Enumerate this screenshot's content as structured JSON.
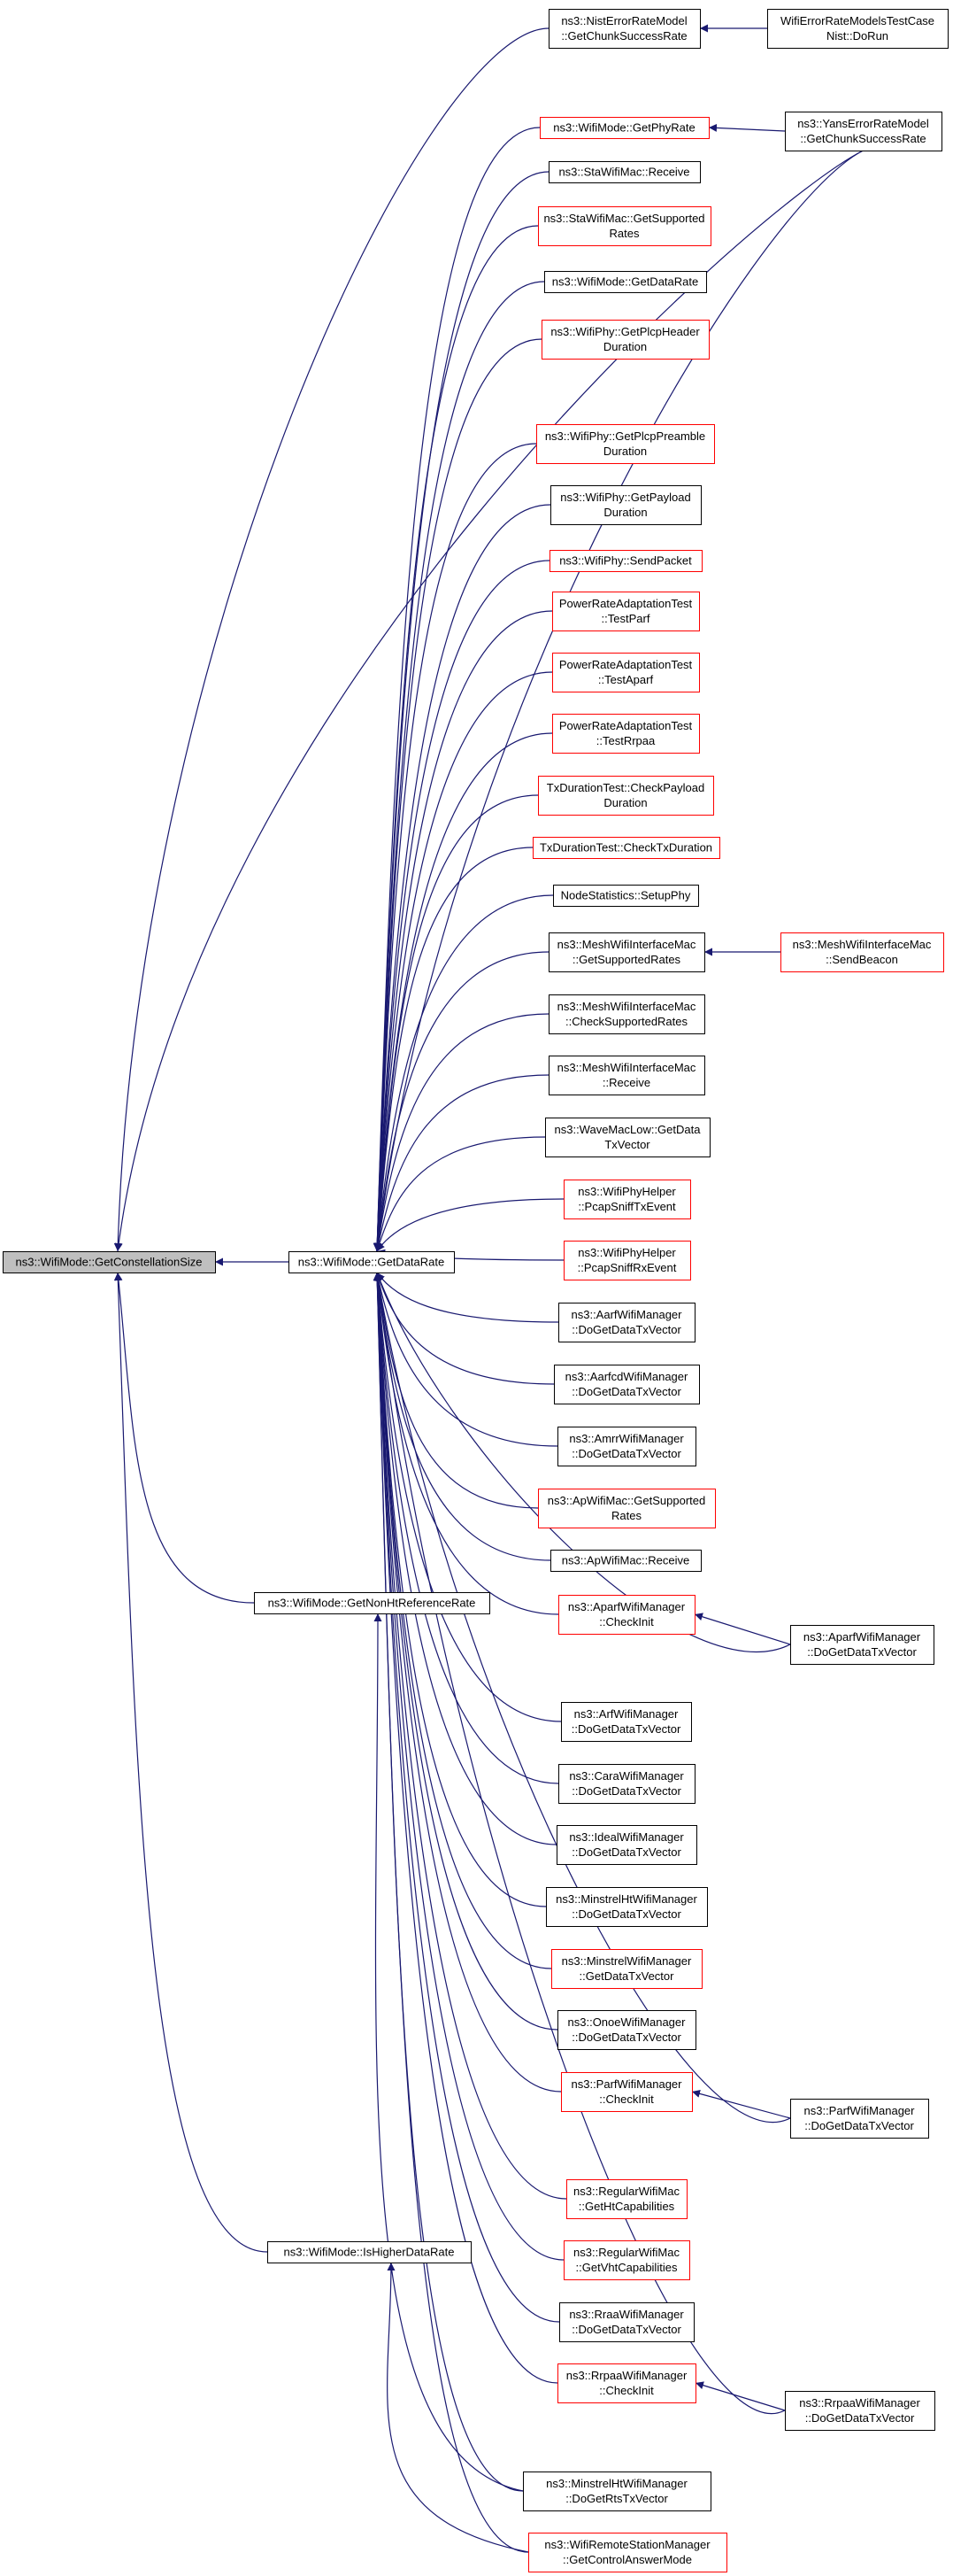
{
  "colors": {
    "edge": "#191970",
    "border_black": "#000000",
    "border_red": "#ff0000",
    "highlight_fill": "#bfbfbf",
    "node_fill": "#ffffff"
  },
  "nodes": {
    "getConstellationSize": {
      "lines": [
        "ns3::WifiMode::GetConstellationSize"
      ],
      "border": "gray",
      "highlight": true
    },
    "getDataRate": {
      "lines": [
        "ns3::WifiMode::GetDataRate"
      ],
      "border": "black"
    },
    "getNonHtReferenceRate": {
      "lines": [
        "ns3::WifiMode::GetNonHtReferenceRate"
      ],
      "border": "black"
    },
    "isHigherDataRate": {
      "lines": [
        "ns3::WifiMode::IsHigherDataRate"
      ],
      "border": "black"
    },
    "nistGetChunk": {
      "lines": [
        "ns3::NistErrorRateModel",
        "::GetChunkSuccessRate"
      ],
      "border": "black"
    },
    "wifiErrorTestCase": {
      "lines": [
        "WifiErrorRateModelsTestCase",
        "Nist::DoRun"
      ],
      "border": "black"
    },
    "getPhyRate": {
      "lines": [
        "ns3::WifiMode::GetPhyRate"
      ],
      "border": "red"
    },
    "yansGetChunk": {
      "lines": [
        "ns3::YansErrorRateModel",
        "::GetChunkSuccessRate"
      ],
      "border": "black"
    },
    "staReceive": {
      "lines": [
        "ns3::StaWifiMac::Receive"
      ],
      "border": "black"
    },
    "staGetSupported": {
      "lines": [
        "ns3::StaWifiMac::GetSupported",
        "Rates"
      ],
      "border": "red"
    },
    "wifiModeGetDataRate": {
      "lines": [
        "ns3::WifiMode::GetDataRate"
      ],
      "border": "black"
    },
    "plcpHeader": {
      "lines": [
        "ns3::WifiPhy::GetPlcpHeader",
        "Duration"
      ],
      "border": "red"
    },
    "plcpPreamble": {
      "lines": [
        "ns3::WifiPhy::GetPlcpPreamble",
        "Duration"
      ],
      "border": "red"
    },
    "payloadDuration": {
      "lines": [
        "ns3::WifiPhy::GetPayload",
        "Duration"
      ],
      "border": "black"
    },
    "sendPacket": {
      "lines": [
        "ns3::WifiPhy::SendPacket"
      ],
      "border": "red"
    },
    "testParf": {
      "lines": [
        "PowerRateAdaptationTest",
        "::TestParf"
      ],
      "border": "red"
    },
    "testAparf": {
      "lines": [
        "PowerRateAdaptationTest",
        "::TestAparf"
      ],
      "border": "red"
    },
    "testRrpaa": {
      "lines": [
        "PowerRateAdaptationTest",
        "::TestRrpaa"
      ],
      "border": "red"
    },
    "checkPayload": {
      "lines": [
        "TxDurationTest::CheckPayload",
        "Duration"
      ],
      "border": "red"
    },
    "checkTxDuration": {
      "lines": [
        "TxDurationTest::CheckTxDuration"
      ],
      "border": "red"
    },
    "setupPhy": {
      "lines": [
        "NodeStatistics::SetupPhy"
      ],
      "border": "black"
    },
    "meshGetSupported": {
      "lines": [
        "ns3::MeshWifiInterfaceMac",
        "::GetSupportedRates"
      ],
      "border": "black"
    },
    "meshSendBeacon": {
      "lines": [
        "ns3::MeshWifiInterfaceMac",
        "::SendBeacon"
      ],
      "border": "red"
    },
    "meshCheckSupported": {
      "lines": [
        "ns3::MeshWifiInterfaceMac",
        "::CheckSupportedRates"
      ],
      "border": "black"
    },
    "meshReceive": {
      "lines": [
        "ns3::MeshWifiInterfaceMac",
        "::Receive"
      ],
      "border": "black"
    },
    "waveGetData": {
      "lines": [
        "ns3::WaveMacLow::GetData",
        "TxVector"
      ],
      "border": "black"
    },
    "pcapTx": {
      "lines": [
        "ns3::WifiPhyHelper",
        "::PcapSniffTxEvent"
      ],
      "border": "red"
    },
    "pcapRx": {
      "lines": [
        "ns3::WifiPhyHelper",
        "::PcapSniffRxEvent"
      ],
      "border": "red"
    },
    "aarf": {
      "lines": [
        "ns3::AarfWifiManager",
        "::DoGetDataTxVector"
      ],
      "border": "black"
    },
    "aarfcd": {
      "lines": [
        "ns3::AarfcdWifiManager",
        "::DoGetDataTxVector"
      ],
      "border": "black"
    },
    "amrr": {
      "lines": [
        "ns3::AmrrWifiManager",
        "::DoGetDataTxVector"
      ],
      "border": "black"
    },
    "apGetSupported": {
      "lines": [
        "ns3::ApWifiMac::GetSupported",
        "Rates"
      ],
      "border": "red"
    },
    "apReceive": {
      "lines": [
        "ns3::ApWifiMac::Receive"
      ],
      "border": "black"
    },
    "aparfCheckInit": {
      "lines": [
        "ns3::AparfWifiManager",
        "::CheckInit"
      ],
      "border": "red"
    },
    "aparfDoGet": {
      "lines": [
        "ns3::AparfWifiManager",
        "::DoGetDataTxVector"
      ],
      "border": "black"
    },
    "arf": {
      "lines": [
        "ns3::ArfWifiManager",
        "::DoGetDataTxVector"
      ],
      "border": "black"
    },
    "cara": {
      "lines": [
        "ns3::CaraWifiManager",
        "::DoGetDataTxVector"
      ],
      "border": "black"
    },
    "ideal": {
      "lines": [
        "ns3::IdealWifiManager",
        "::DoGetDataTxVector"
      ],
      "border": "black"
    },
    "minstrelHt": {
      "lines": [
        "ns3::MinstrelHtWifiManager",
        "::DoGetDataTxVector"
      ],
      "border": "black"
    },
    "minstrelGetData": {
      "lines": [
        "ns3::MinstrelWifiManager",
        "::GetDataTxVector"
      ],
      "border": "red"
    },
    "onoe": {
      "lines": [
        "ns3::OnoeWifiManager",
        "::DoGetDataTxVector"
      ],
      "border": "black"
    },
    "parfCheckInit": {
      "lines": [
        "ns3::ParfWifiManager",
        "::CheckInit"
      ],
      "border": "red"
    },
    "parfDoGet": {
      "lines": [
        "ns3::ParfWifiManager",
        "::DoGetDataTxVector"
      ],
      "border": "black"
    },
    "regularHt": {
      "lines": [
        "ns3::RegularWifiMac",
        "::GetHtCapabilities"
      ],
      "border": "red"
    },
    "regularVht": {
      "lines": [
        "ns3::RegularWifiMac",
        "::GetVhtCapabilities"
      ],
      "border": "red"
    },
    "rraa": {
      "lines": [
        "ns3::RraaWifiManager",
        "::DoGetDataTxVector"
      ],
      "border": "black"
    },
    "rrpaaCheckInit": {
      "lines": [
        "ns3::RrpaaWifiManager",
        "::CheckInit"
      ],
      "border": "red"
    },
    "rrpaaDoGet": {
      "lines": [
        "ns3::RrpaaWifiManager",
        "::DoGetDataTxVector"
      ],
      "border": "black"
    },
    "minstrelHtRts": {
      "lines": [
        "ns3::MinstrelHtWifiManager",
        "::DoGetRtsTxVector"
      ],
      "border": "black"
    },
    "remoteStation": {
      "lines": [
        "ns3::WifiRemoteStationManager",
        "::GetControlAnswerMode"
      ],
      "border": "red"
    }
  }
}
